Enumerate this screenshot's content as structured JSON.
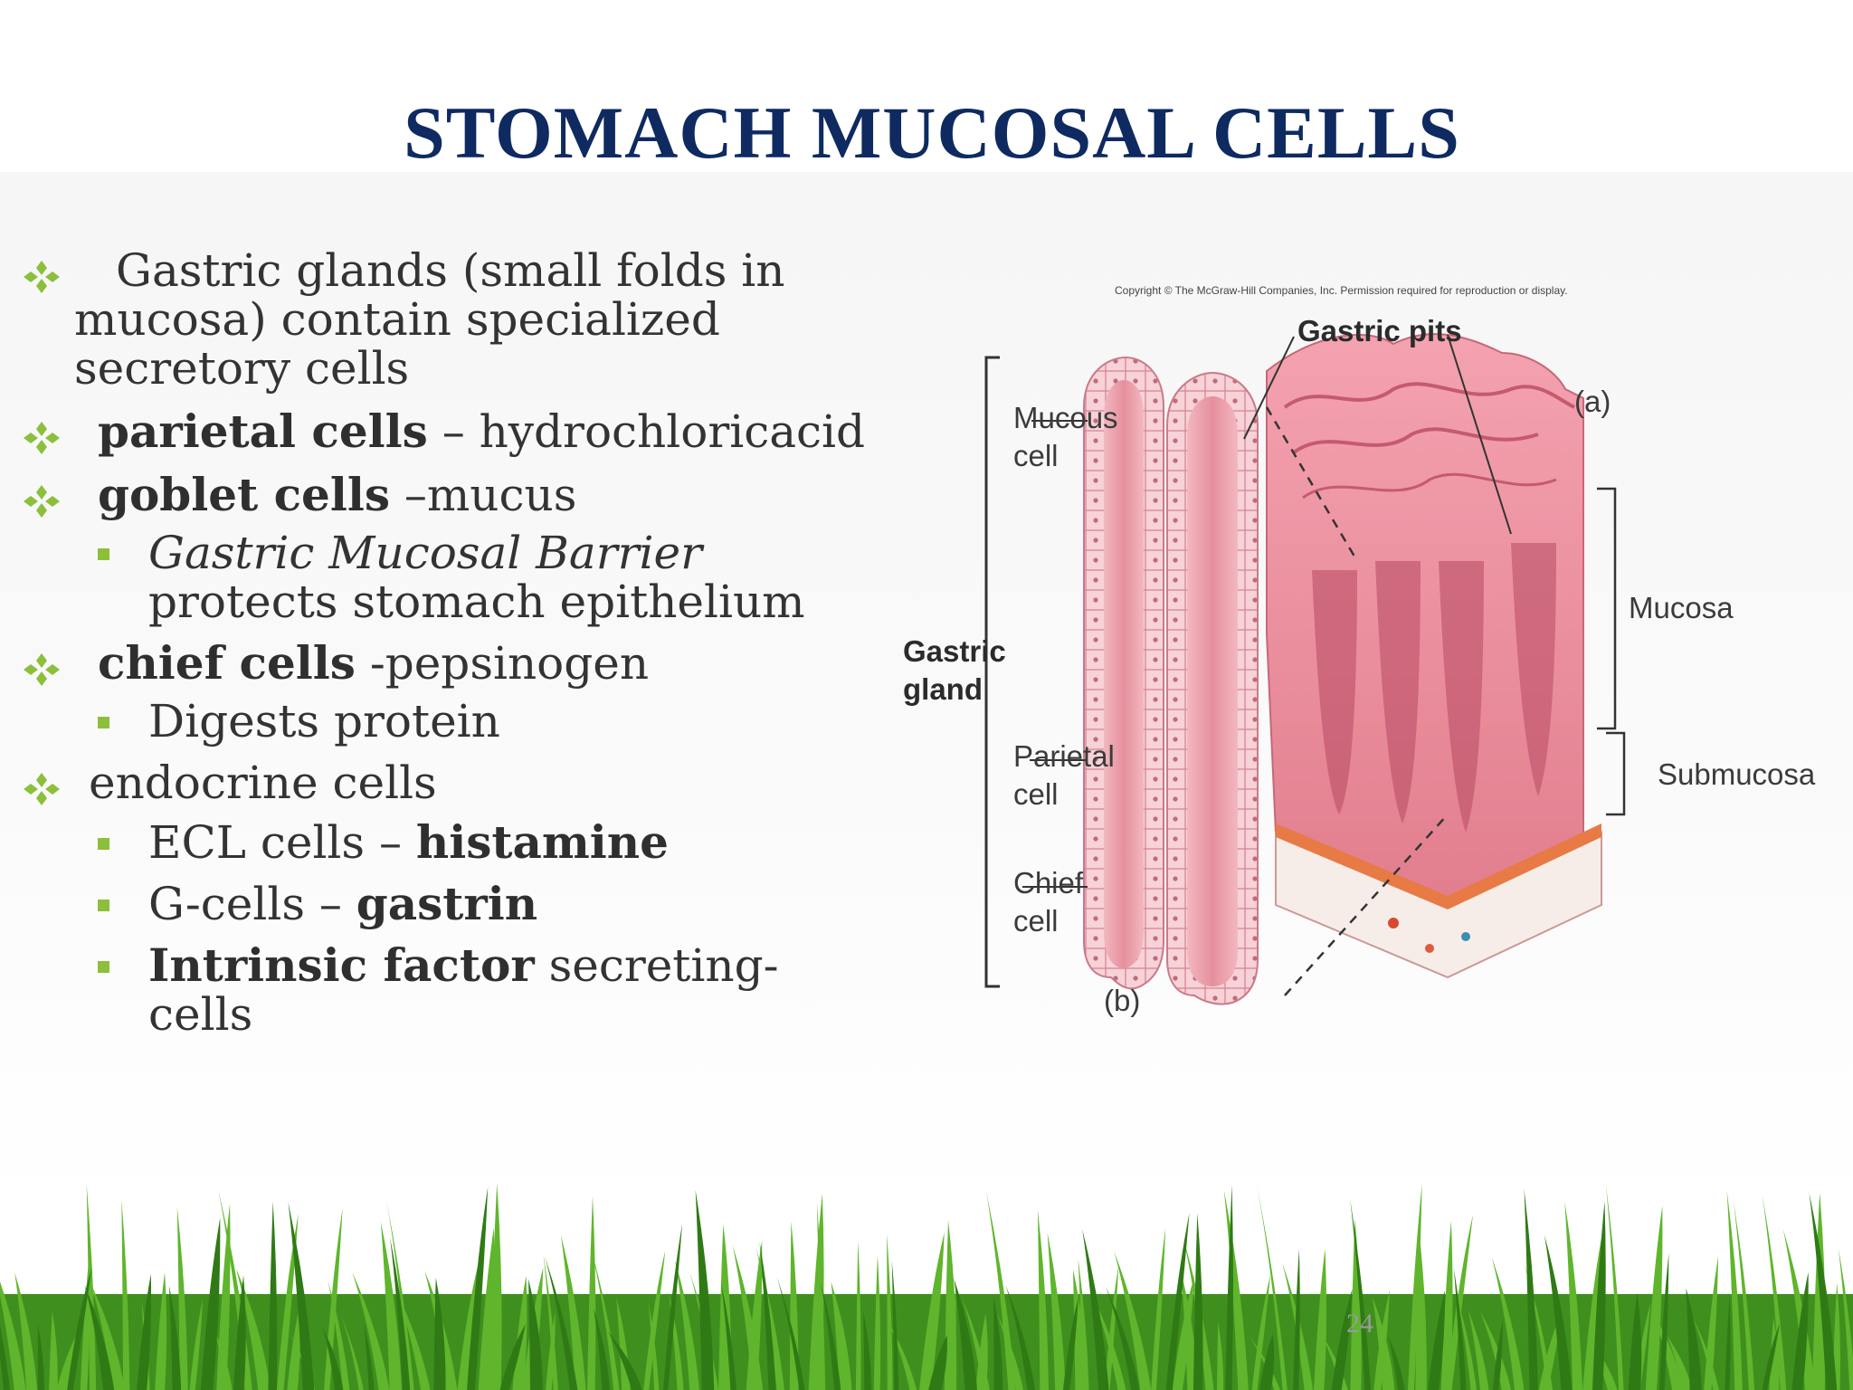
{
  "slide": {
    "title": "STOMACH MUCOSAL CELLS",
    "page_number": "24",
    "accent_color": "#8cbf3a",
    "title_color": "#0e2a61"
  },
  "bullets": {
    "b1": {
      "text": "Gastric glands (small folds in mucosa)  contain specialized secretory cells"
    },
    "b2": {
      "bold": "parietal cells",
      "rest": " – hydrochloricacid"
    },
    "b3": {
      "bold": "goblet cells",
      "rest": " –mucus"
    },
    "b3_sub": {
      "italic": "Gastric Mucosal Barrier",
      "rest": " protects stomach epithelium"
    },
    "b4": {
      "bold": "chief cells",
      "rest": " -pepsinogen"
    },
    "b4_sub": {
      "text": "Digests protein"
    },
    "b5": {
      "text": "endocrine cells"
    },
    "b5_sub1": {
      "text": "ECL cells – ",
      "bold": "histamine"
    },
    "b5_sub2": {
      "text": "G-cells – ",
      "bold": "gastrin"
    },
    "b5_sub3": {
      "bold": "Intrinsic factor",
      "rest": " secreting-cells"
    }
  },
  "figure": {
    "copyright": "Copyright © The McGraw-Hill Companies, Inc. Permission required for reproduction or display.",
    "labels": {
      "gastric_pits": "Gastric pits",
      "panel_a": "(a)",
      "panel_b": "(b)",
      "mucous_cell_1": "Mucous",
      "mucous_cell_2": "cell",
      "gastric_gland_1": "Gastric",
      "gastric_gland_2": "gland",
      "parietal_cell_1": "Parietal",
      "parietal_cell_2": "cell",
      "chief_cell_1": "Chief",
      "chief_cell_2": "cell",
      "mucosa": "Mucosa",
      "submucosa": "Submucosa"
    }
  }
}
